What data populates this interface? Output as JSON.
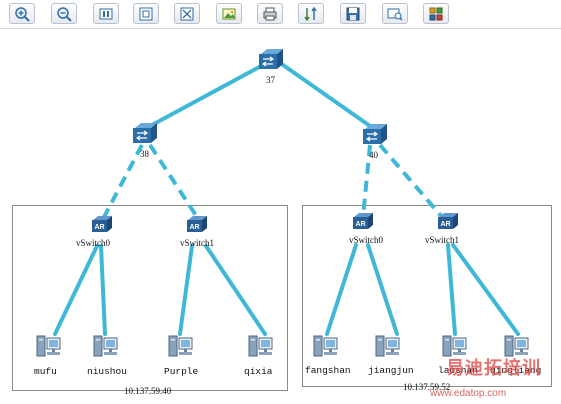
{
  "toolbar": {
    "buttons": [
      {
        "name": "zoom-in-button",
        "icon": "zoom-in-icon"
      },
      {
        "name": "zoom-out-button",
        "icon": "zoom-out-icon"
      },
      {
        "name": "fit-width-button",
        "icon": "fit-width-icon"
      },
      {
        "name": "fit-page-button",
        "icon": "fit-page-icon"
      },
      {
        "name": "actual-size-button",
        "icon": "actual-size-icon"
      },
      {
        "name": "export-image-button",
        "icon": "image-icon"
      },
      {
        "name": "print-button",
        "icon": "printer-icon"
      },
      {
        "name": "sort-button",
        "icon": "sort-icon"
      },
      {
        "name": "save-button",
        "icon": "floppy-disk-icon"
      },
      {
        "name": "preview-button",
        "icon": "preview-icon"
      },
      {
        "name": "layout-button",
        "icon": "grid-icon"
      }
    ]
  },
  "topology": {
    "core_switch": {
      "label": "37"
    },
    "switch_left": {
      "label": "38"
    },
    "switch_right": {
      "label": "40"
    },
    "host_left": {
      "ip": "10.137.59.40",
      "vswitch_a": "vSwitch0",
      "vswitch_b": "vSwitch1",
      "vms": [
        "mufu",
        "niushou",
        "Purple",
        "qixia"
      ]
    },
    "host_right": {
      "ip": "10.137.59.52",
      "vswitch_a": "vSwitch0",
      "vswitch_b": "vSwitch1",
      "vms": [
        "fangshan",
        "jiangjun",
        "laoshan",
        "qingliang"
      ]
    },
    "router_badge": "AR"
  },
  "watermark": {
    "cn": "易迪拓培训",
    "url": "www.edatop.com"
  },
  "colors": {
    "link": "#3fb8d8",
    "switch": "#2b6ea8",
    "router": "#2a5f95",
    "watermark": "#e0504d"
  }
}
